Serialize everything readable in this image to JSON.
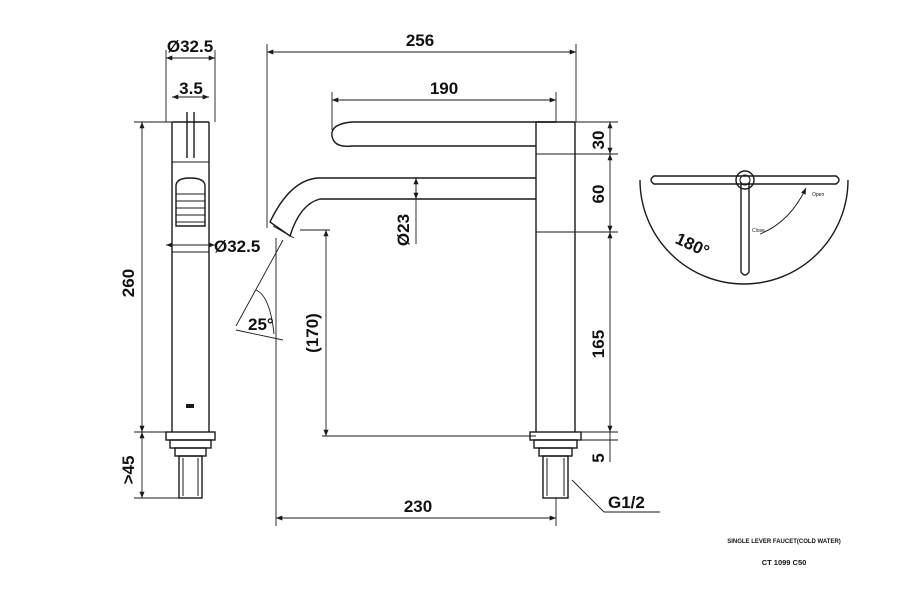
{
  "dimensions": {
    "side_top_diameter": "Ø32.5",
    "side_thickness": "3.5",
    "side_body_diameter": "Ø32.5",
    "side_height": "260",
    "side_thread_min": ">45",
    "overall_width": "256",
    "lever_length": "190",
    "lever_height": "30",
    "spout_height": "60",
    "spout_diameter": "Ø23",
    "spout_angle": "25°",
    "outlet_clearance": "(170)",
    "body_height": "165",
    "base_height": "5",
    "reach": "230",
    "thread": "G1/2"
  },
  "top_view": {
    "rotation": "180°",
    "open_label": "Open",
    "close_label": "Close"
  },
  "title_block": {
    "product_name": "SINGLE LEVER FAUCET(COLD WATER)",
    "model_code": "CT 1099 C50"
  }
}
